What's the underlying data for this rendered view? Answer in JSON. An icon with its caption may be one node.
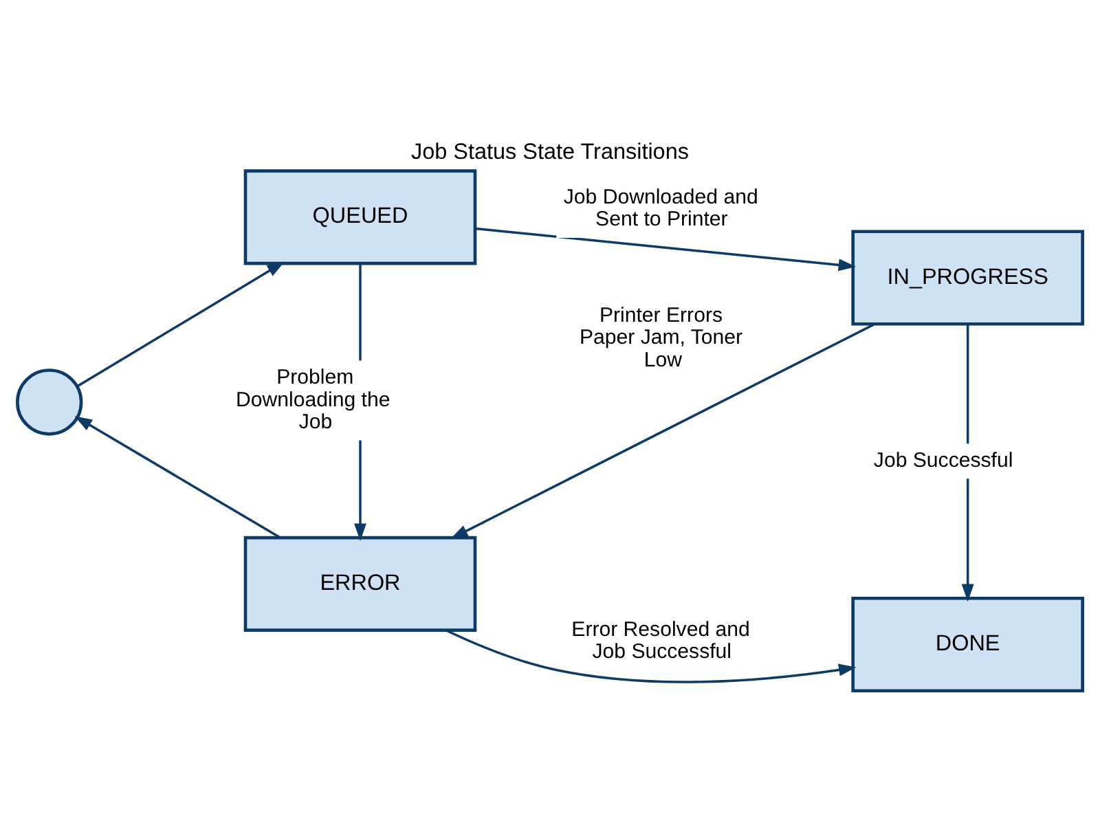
{
  "diagram": {
    "title": "Job Status State Transitions",
    "nodes": [
      {
        "text": [],
        "shape": "circle"
      },
      {
        "text": [
          "QUEUED"
        ]
      },
      {
        "text": [
          "IN_PROGRESS"
        ]
      },
      {
        "text": [
          "ERROR"
        ]
      },
      {
        "text": [
          "DONE"
        ]
      }
    ],
    "edges": [
      {
        "from": 0,
        "to": 1,
        "arrow": "to"
      },
      {
        "from": 1,
        "to": 2,
        "arrow": "to",
        "label": "Job Downloaded and Sent to Printer"
      },
      {
        "from": 1,
        "to": 3,
        "arrow": "to",
        "label": "Problem Downloading the Job"
      },
      {
        "from": 2,
        "to": 3,
        "arrow": "to",
        "label": "Printer Errors Paper Jam, Toner Low"
      },
      {
        "from": 2,
        "to": 4,
        "arrow": "to",
        "label": "Job Successful"
      },
      {
        "from": 3,
        "to": 4,
        "arrow": "to",
        "label": "Error Resolved and Job Successful"
      },
      {
        "from": 3,
        "to": 0,
        "arrow": "to"
      }
    ]
  }
}
